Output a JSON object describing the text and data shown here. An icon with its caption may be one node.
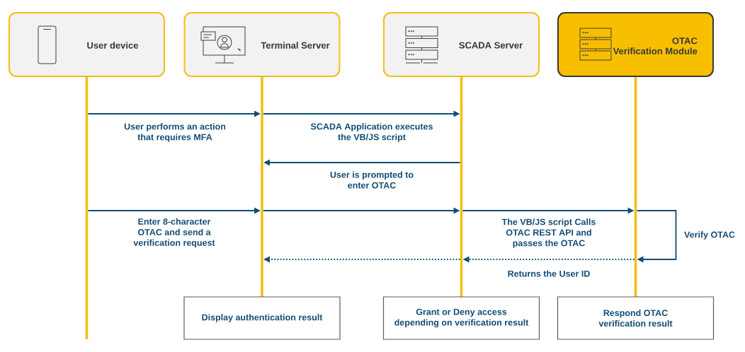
{
  "diagram": {
    "nodes": [
      {
        "text": [
          "User device"
        ]
      },
      {
        "text": [
          "Terminal Server"
        ]
      },
      {
        "text": [
          "SCADA Server"
        ]
      },
      {
        "text": [
          "OTAC Verification Module"
        ]
      },
      {
        "text": [],
        "shape": "bar"
      },
      {
        "text": [],
        "shape": "bar"
      },
      {
        "text": [],
        "shape": "bar"
      },
      {
        "text": [],
        "shape": "bar"
      },
      {
        "text": [
          "Display authentication result"
        ]
      },
      {
        "text": [
          "Grant or Deny access depending on verification result"
        ]
      },
      {
        "text": [
          "Respond OTAC verification result"
        ]
      }
    ],
    "edges": [
      {
        "from": 4,
        "to": 5,
        "arrow": "to",
        "label": "User performs an action that requires MFA"
      },
      {
        "from": 5,
        "to": 6,
        "arrow": "to",
        "label": "SCADA Application executes the VB/JS script"
      },
      {
        "from": 6,
        "to": 5,
        "arrow": "to",
        "label": "User is prompted to enter OTAC"
      },
      {
        "from": 4,
        "to": 5,
        "arrow": "to",
        "label": "Enter 8-character OTAC and send a verification request"
      },
      {
        "from": 5,
        "to": 6,
        "arrow": "to"
      },
      {
        "from": 6,
        "to": 7,
        "arrow": "to",
        "label": "The VB/JS script Calls OTAC REST API and passes the OTAC"
      },
      {
        "from": 7,
        "to": 7,
        "arrow": "to",
        "label": "Verify OTAC"
      },
      {
        "from": 7,
        "to": 6,
        "arrow": "to",
        "label": "Returns the User ID",
        "style": "dashed"
      },
      {
        "from": 6,
        "to": 5,
        "arrow": "to",
        "style": "dashed"
      }
    ]
  }
}
